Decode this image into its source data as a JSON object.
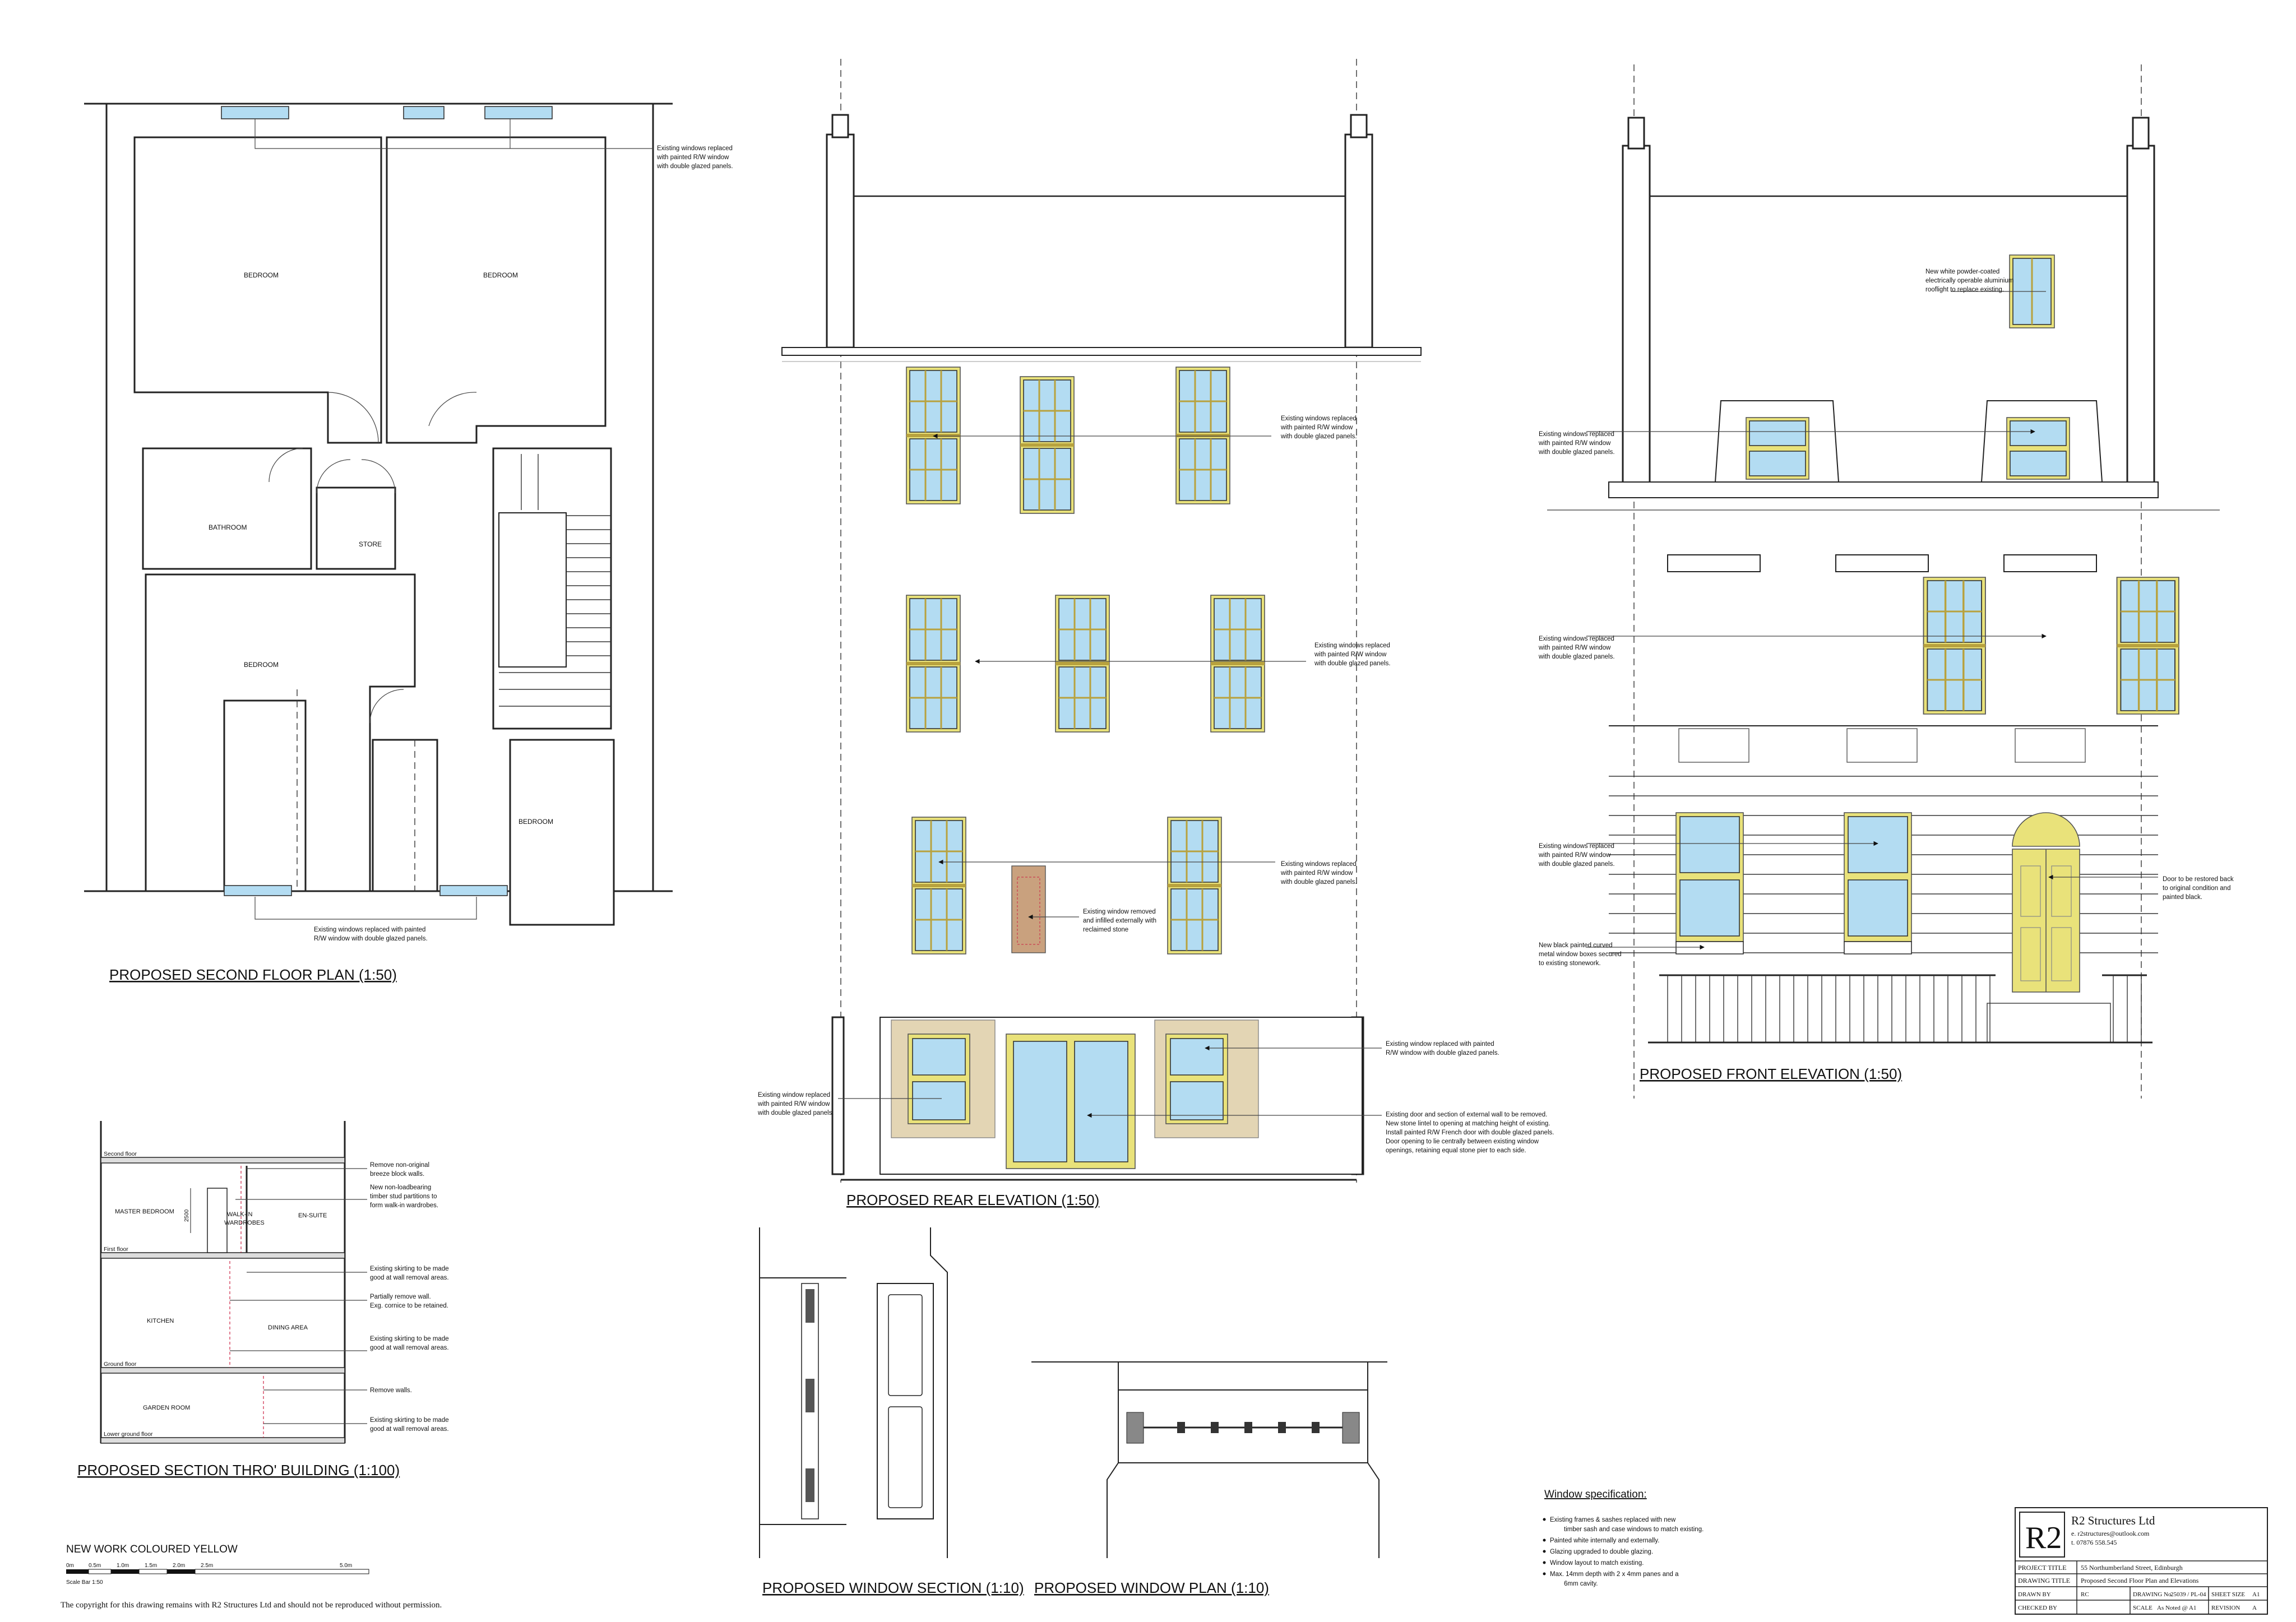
{
  "titles": {
    "second_floor_plan": "PROPOSED SECOND FLOOR PLAN  (1:50)",
    "rear_elevation": "PROPOSED REAR ELEVATION  (1:50)",
    "front_elevation": "PROPOSED FRONT ELEVATION  (1:50)",
    "section": "PROPOSED SECTION THRO' BUILDING  (1:100)",
    "window_section": "PROPOSED WINDOW SECTION  (1:10)",
    "window_plan": "PROPOSED WINDOW PLAN  (1:10)"
  },
  "rooms": {
    "bedroom": "BEDROOM",
    "bathroom": "BATHROOM",
    "store": "STORE"
  },
  "plan_notes": {
    "top": [
      "Existing windows replaced",
      "with painted R/W window",
      "with double glazed panels."
    ],
    "bottom": [
      "Existing windows replaced with painted",
      "R/W window with double glazed panels."
    ]
  },
  "rear_notes": {
    "n1": [
      "Existing windows replaced",
      "with painted R/W window",
      "with double glazed panels."
    ],
    "n2": [
      "Existing windows replaced",
      "with painted R/W window",
      "with double glazed panels."
    ],
    "n3": [
      "Existing windows replaced",
      "with painted R/W window",
      "with double glazed panels."
    ],
    "n4": [
      "Existing window removed",
      "and infilled externally with",
      "reclaimed stone"
    ],
    "n5": [
      "Existing window replaced with painted",
      "R/W window with double glazed panels."
    ],
    "n6": [
      "Existing window replaced",
      "with painted R/W window",
      "with double glazed panels."
    ],
    "n7": [
      "Existing door and section of external wall to be removed.",
      "New stone lintel to opening at matching height of existing.",
      "Install painted R/W French door with double glazed panels.",
      "Door opening to lie centrally between existing window",
      "openings, retaining equal stone pier to each side."
    ]
  },
  "front_notes": {
    "rooflight": [
      "New white powder-coated",
      "electrically operable aluminium",
      "rooflight to replace existing."
    ],
    "n1": [
      "Existing windows replaced",
      "with painted R/W window",
      "with double glazed panels."
    ],
    "n2": [
      "Existing windows replaced",
      "with painted R/W window",
      "with double glazed panels."
    ],
    "n3": [
      "Existing windows replaced",
      "with painted R/W window",
      "with double glazed panels."
    ],
    "boxes": [
      "New black painted curved",
      "metal window boxes secured",
      "to existing stonework."
    ],
    "door": [
      "Door to be restored back",
      "to original condition and",
      "painted black."
    ]
  },
  "section": {
    "levels": [
      "Second floor",
      "First floor",
      "Ground floor",
      "Lower ground floor"
    ],
    "rooms": [
      "MASTER BEDROOM",
      "WALK-IN",
      "WARDROBES",
      "EN-SUITE",
      "KITCHEN",
      "DINING AREA",
      "GARDEN ROOM"
    ],
    "dimension": "2500",
    "notes": {
      "n1": [
        "Remove non-original",
        "breeze block walls."
      ],
      "n2": [
        "New non-loadbearing",
        "timber stud partitions to",
        "form walk-in wardrobes."
      ],
      "n3": [
        "Existing skirting to be made",
        "good at wall removal areas."
      ],
      "n4": [
        "Partially remove wall.",
        "Exg. cornice to be retained."
      ],
      "n5": [
        "Existing skirting to be made",
        "good at wall removal areas."
      ],
      "n6": [
        "Remove walls."
      ],
      "n7": [
        "Existing skirting to be made",
        "good at wall removal areas."
      ]
    }
  },
  "legend": {
    "new_work": "NEW WORK COLOURED YELLOW",
    "scale_labels": [
      "0m",
      "0.5m",
      "1.0m",
      "1.5m",
      "2.0m",
      "2.5m",
      "5.0m"
    ],
    "scale_caption": "Scale Bar 1:50"
  },
  "copyright": "The copyright for this drawing remains with R2 Structures Ltd and should not be reproduced without permission.",
  "window_spec": {
    "title": "Window specification:",
    "items": [
      "Existing frames & sashes replaced with new",
      "timber sash and case windows to match existing.",
      "Painted white internally and externally.",
      "Glazing upgraded to double glazing.",
      "Window layout to match existing.",
      "Max. 14mm depth with 2 x 4mm panes and a",
      "6mm cavity."
    ]
  },
  "title_block": {
    "logo": "R2",
    "company": "R2 Structures Ltd",
    "email": "e. r2structures@outlook.com",
    "phone": "t. 07876 558.545",
    "project_title_label": "PROJECT TITLE",
    "project_title": "55 Northumberland Street, Edinburgh",
    "drawing_title_label": "DRAWING TITLE",
    "drawing_title": "Proposed Second Floor Plan and Elevations",
    "drawn_by_label": "DRAWN BY",
    "drawn_by": "RC",
    "drawing_no_label": "DRAWING No.",
    "drawing_no": "25039 / PL-04",
    "sheet_size_label": "SHEET SIZE",
    "sheet_size": "A1",
    "checked_by_label": "CHECKED BY",
    "scale_label": "SCALE",
    "scale": "As Noted @ A1",
    "revision_label": "REVISION",
    "revision": "A"
  },
  "colors": {
    "new_work": "#e9e27a",
    "glass": "#b3dcf2",
    "stone": "#e3d5b4"
  }
}
